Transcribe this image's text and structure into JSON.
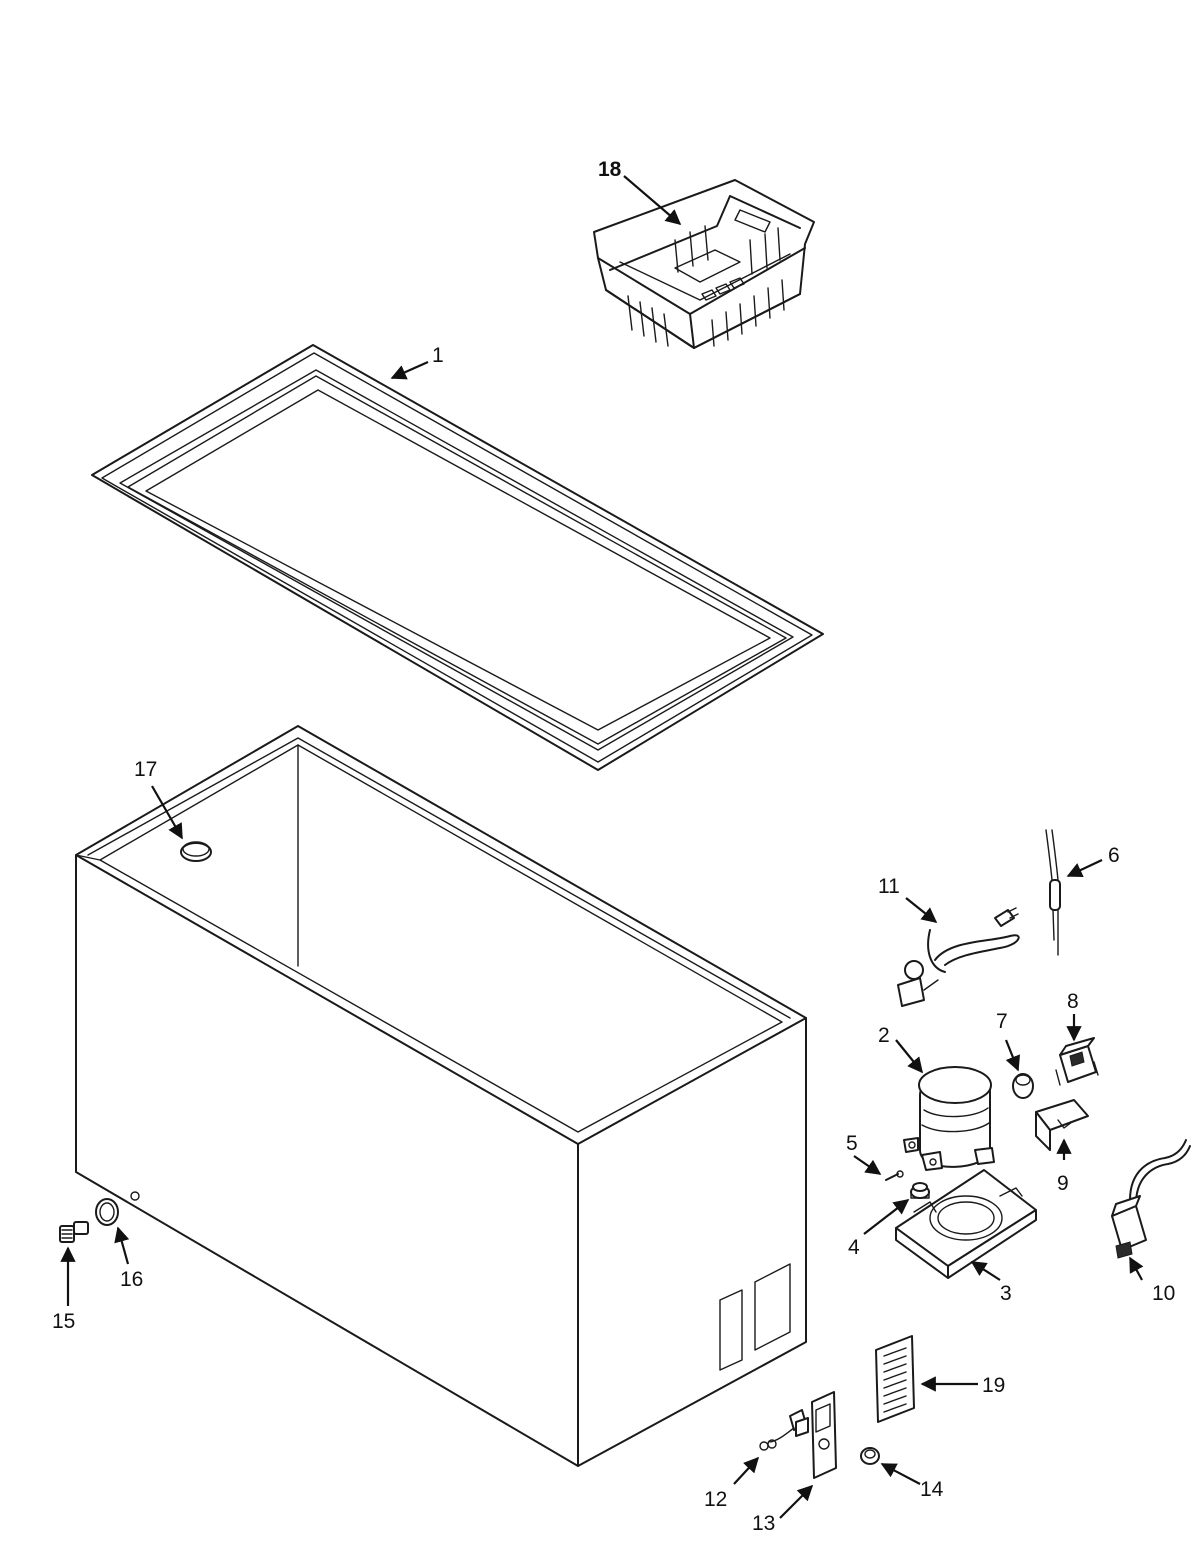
{
  "callouts": [
    {
      "id": "1",
      "label": "1",
      "part": "lid-liner"
    },
    {
      "id": "2",
      "label": "2",
      "part": "compressor"
    },
    {
      "id": "3",
      "label": "3",
      "part": "compressor-base-plate"
    },
    {
      "id": "4",
      "label": "4",
      "part": "grommet"
    },
    {
      "id": "5",
      "label": "5",
      "part": "clip"
    },
    {
      "id": "6",
      "label": "6",
      "part": "thermostat-capillary"
    },
    {
      "id": "7",
      "label": "7",
      "part": "overload-cap"
    },
    {
      "id": "8",
      "label": "8",
      "part": "relay"
    },
    {
      "id": "9",
      "label": "9",
      "part": "relay-cover"
    },
    {
      "id": "10",
      "label": "10",
      "part": "thermostat-control"
    },
    {
      "id": "11",
      "label": "11",
      "part": "power-cord"
    },
    {
      "id": "12",
      "label": "12",
      "part": "light-socket-wire"
    },
    {
      "id": "13",
      "label": "13",
      "part": "control-panel"
    },
    {
      "id": "14",
      "label": "14",
      "part": "knob"
    },
    {
      "id": "15",
      "label": "15",
      "part": "drain-fitting"
    },
    {
      "id": "16",
      "label": "16",
      "part": "drain-cap"
    },
    {
      "id": "17",
      "label": "17",
      "part": "drain-plug"
    },
    {
      "id": "18",
      "label": "18",
      "part": "basket"
    },
    {
      "id": "19",
      "label": "19",
      "part": "grille"
    }
  ],
  "colors": {
    "line": "#1a1a1a",
    "background": "#ffffff"
  }
}
